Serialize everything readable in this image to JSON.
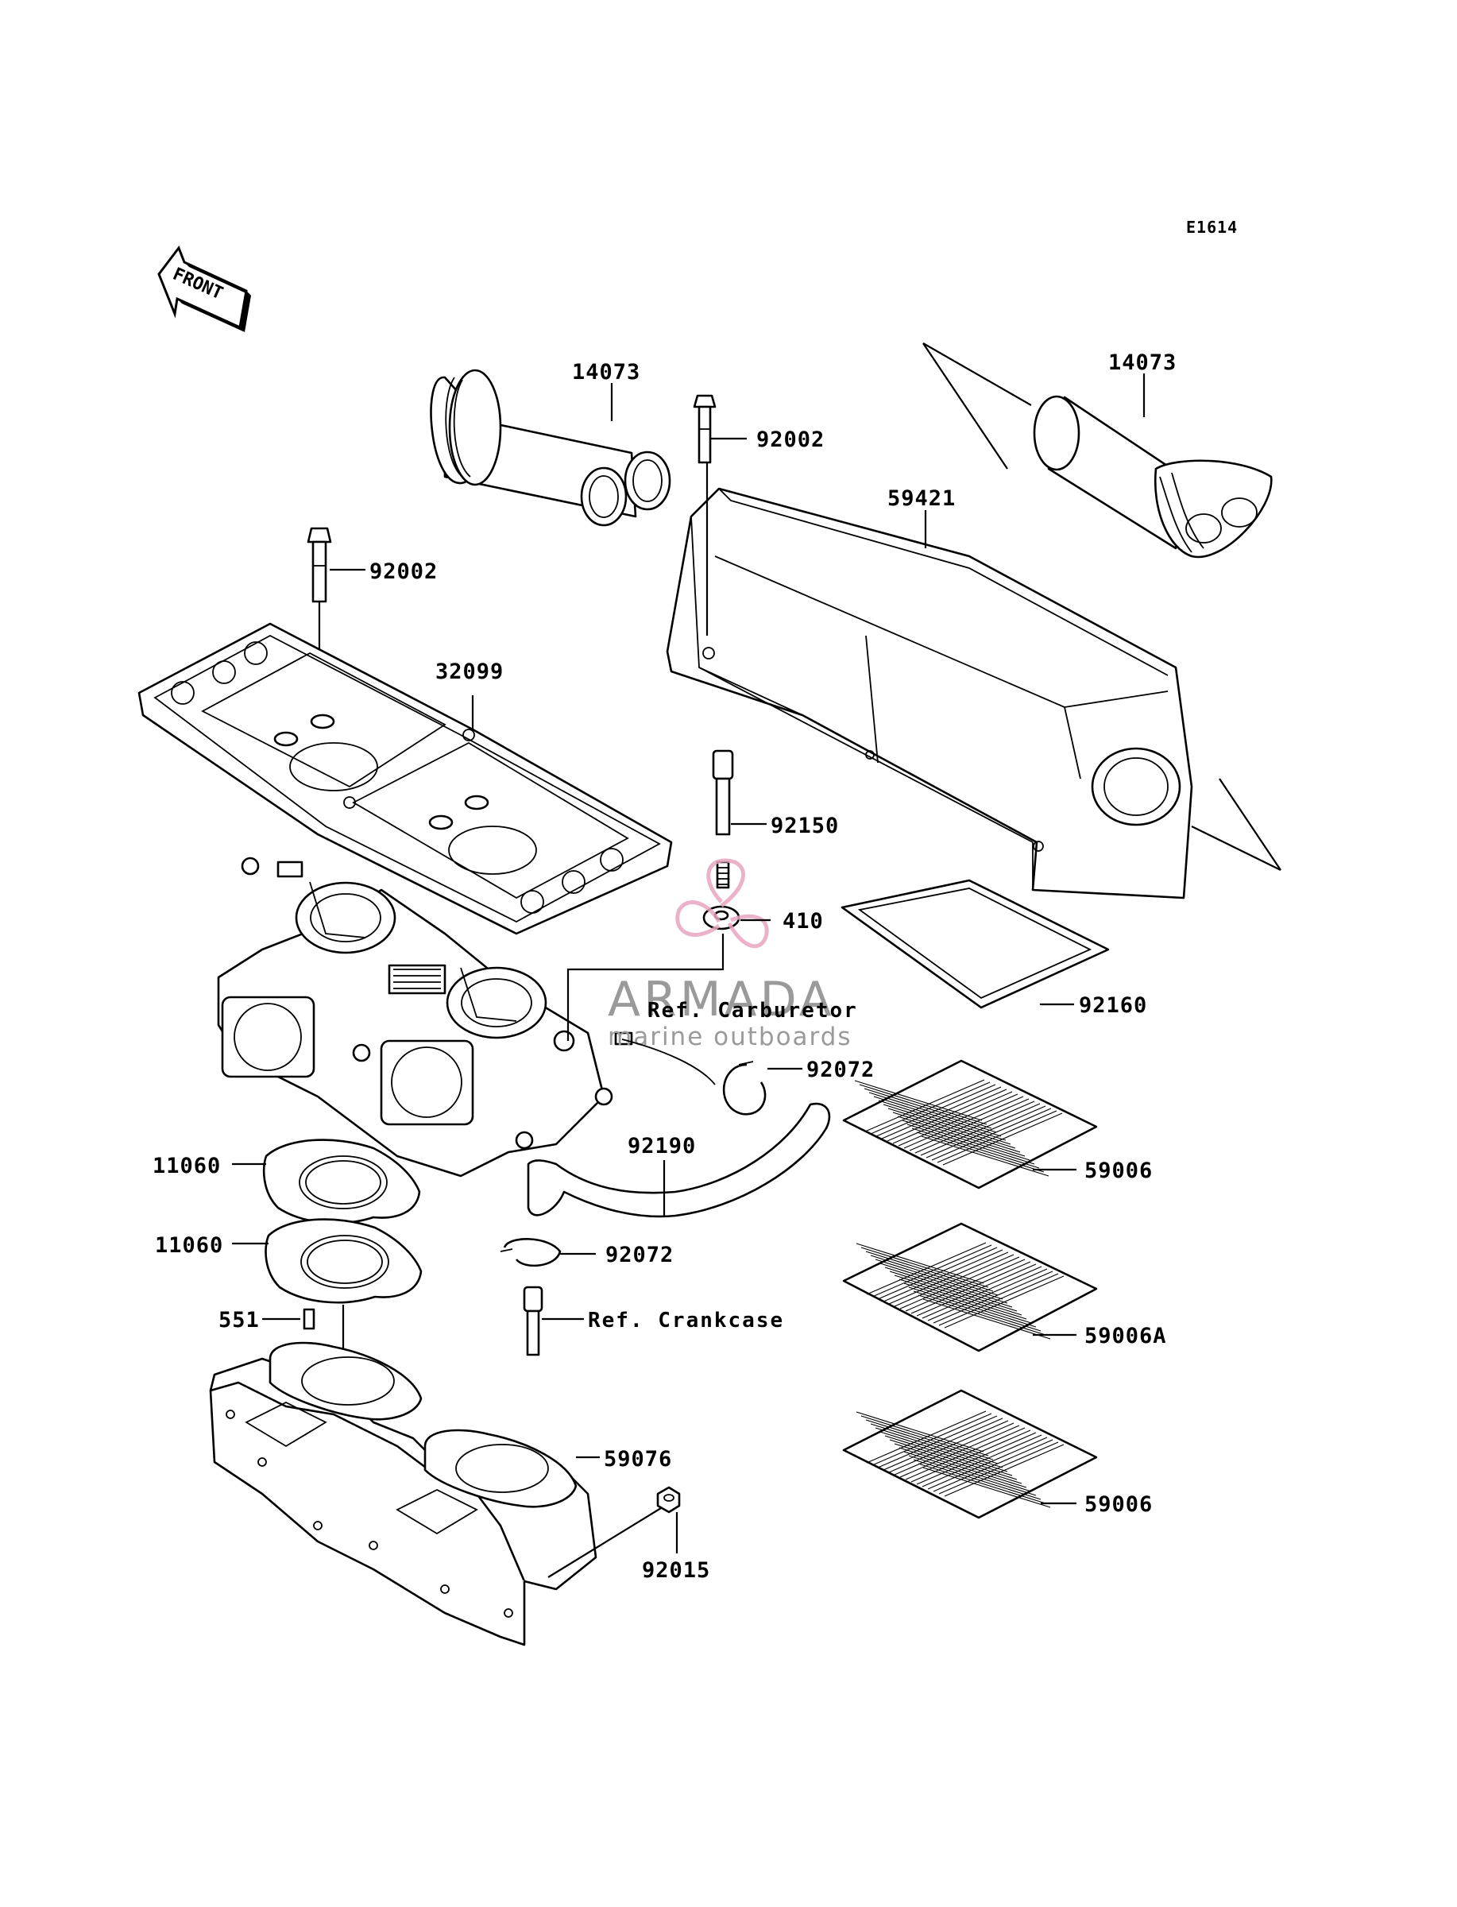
{
  "diagram_code": "E1614",
  "front_arrow": {
    "text": "FRONT"
  },
  "watermark": {
    "title": "ARMADA",
    "subtitle": "marine outboards",
    "logo_color": "#e8a6c0"
  },
  "callouts": {
    "c14073_left": "14073",
    "c14073_right": "14073",
    "c92002_top": "92002",
    "c92002_left": "92002",
    "c59421": "59421",
    "c32099": "32099",
    "c92150": "92150",
    "c410": "410",
    "c92160": "92160",
    "c92072_upper": "92072",
    "c92190": "92190",
    "c59006_top": "59006",
    "c11060_upper": "11060",
    "c11060_lower": "11060",
    "c92072_lower": "92072",
    "c551": "551",
    "c59006A": "59006A",
    "c59076": "59076",
    "c59006_bottom": "59006",
    "c92015": "92015"
  },
  "references": {
    "carburetor": "Ref. Carburetor",
    "crankcase": "Ref. Crankcase"
  }
}
